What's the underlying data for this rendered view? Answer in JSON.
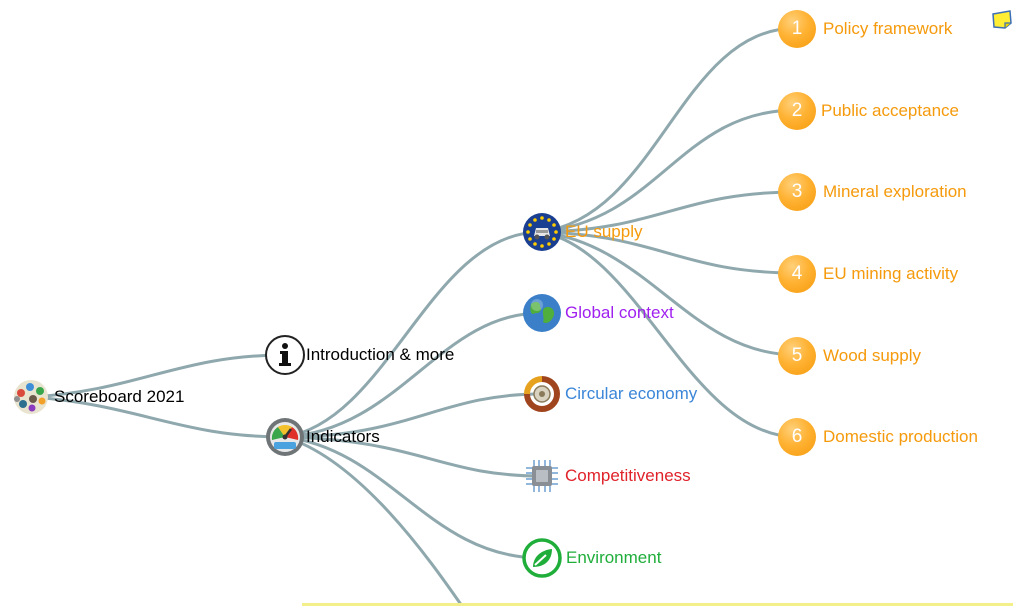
{
  "root": {
    "label": "Scoreboard 2021",
    "icon": "scoreboard-cluster-icon"
  },
  "level1": [
    {
      "label": "Introduction & more",
      "icon": "info-icon",
      "color": "#000000"
    },
    {
      "label": "Indicators",
      "icon": "gauge-icon",
      "color": "#000000"
    }
  ],
  "level2": [
    {
      "label": "EU supply",
      "icon": "eu-flag-icon",
      "color": "#f59a0c"
    },
    {
      "label": "Global context",
      "icon": "globe-icon",
      "color": "#a020f0"
    },
    {
      "label": "Circular economy",
      "icon": "recycle-icon",
      "color": "#3b86d8"
    },
    {
      "label": "Competitiveness",
      "icon": "chip-icon",
      "color": "#e0222a"
    },
    {
      "label": "Environment",
      "icon": "leaf-icon",
      "color": "#1fae3a"
    }
  ],
  "level3": [
    {
      "num": "1",
      "label": "Policy framework"
    },
    {
      "num": "2",
      "label": "Public acceptance"
    },
    {
      "num": "3",
      "label": "Mineral exploration"
    },
    {
      "num": "4",
      "label": "EU mining activity"
    },
    {
      "num": "5",
      "label": "Wood supply"
    },
    {
      "num": "6",
      "label": "Domestic production"
    }
  ],
  "colors": {
    "edge": "#8fa8ad",
    "accent_orange": "#f59a0c",
    "note_yellow": "#ffee33"
  }
}
